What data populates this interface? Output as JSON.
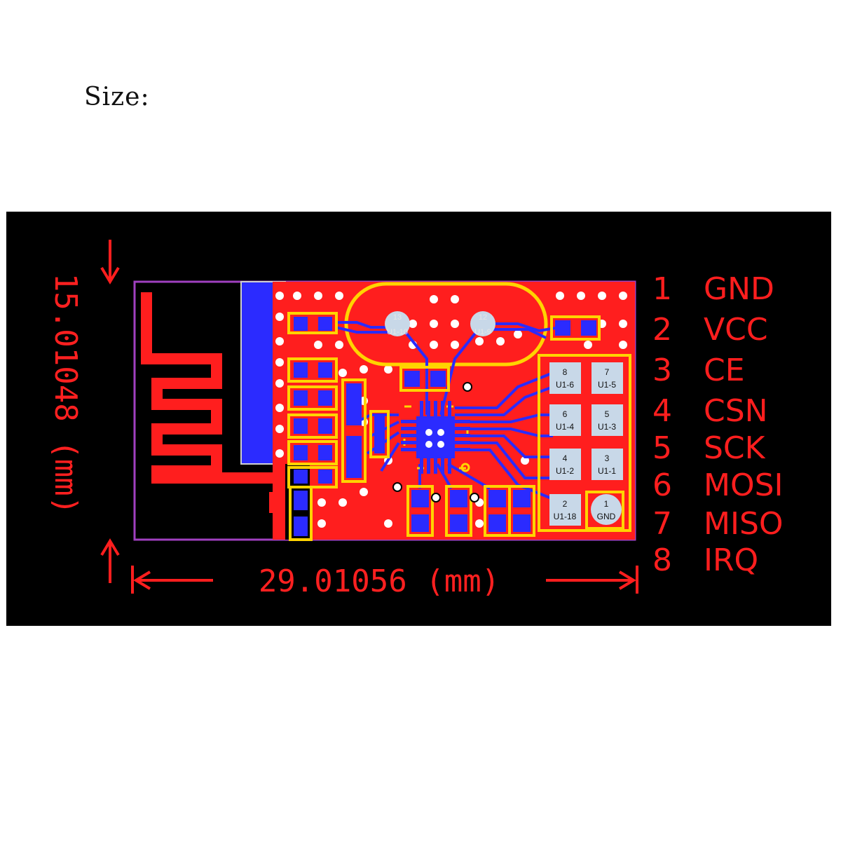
{
  "page": {
    "heading": "Size:"
  },
  "board": {
    "height_label": "15.01048 (mm)",
    "width_label": "29.01056 (mm)",
    "chip_labels": [
      "13",
      "U1-10",
      "12",
      "U1-9"
    ],
    "header_pads": [
      {
        "num": "8",
        "ref": "U1-6"
      },
      {
        "num": "7",
        "ref": "U1-5"
      },
      {
        "num": "6",
        "ref": "U1-4"
      },
      {
        "num": "5",
        "ref": "U1-3"
      },
      {
        "num": "4",
        "ref": "U1-2"
      },
      {
        "num": "3",
        "ref": "U1-1"
      },
      {
        "num": "2",
        "ref": "U1-18"
      },
      {
        "num": "1",
        "ref": "GND"
      }
    ],
    "pins": [
      {
        "num": "1",
        "name": "GND"
      },
      {
        "num": "2",
        "name": "VCC"
      },
      {
        "num": "3",
        "name": "CE"
      },
      {
        "num": "4",
        "name": "CSN"
      },
      {
        "num": "5",
        "name": "SCK"
      },
      {
        "num": "6",
        "name": "MOSI"
      },
      {
        "num": "7",
        "name": "MISO"
      },
      {
        "num": "8",
        "name": "IRQ"
      }
    ],
    "colors": {
      "copper": "#ff1e1e",
      "trace": "#2b2bff",
      "silkscreen": "#ffd400",
      "outline": "#a040c0",
      "background": "#000000"
    }
  }
}
